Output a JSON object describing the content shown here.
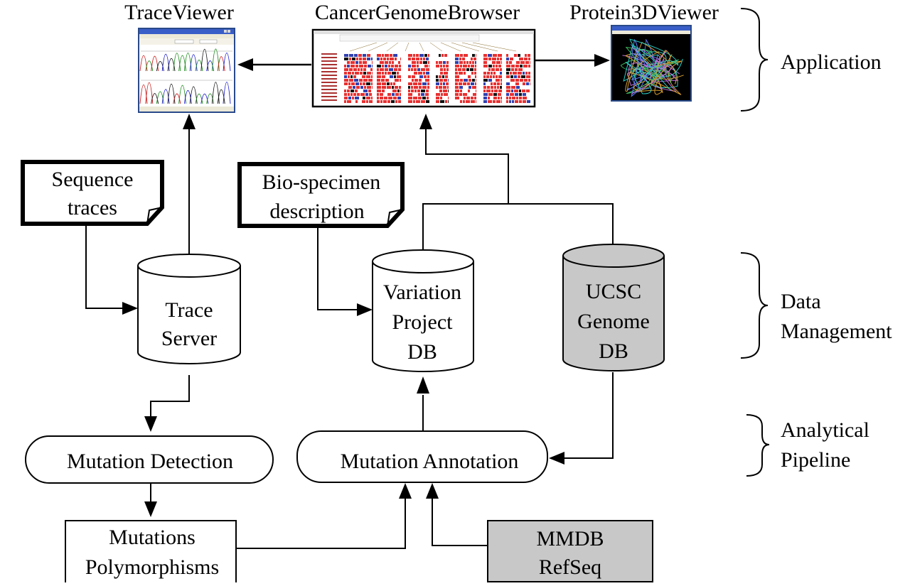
{
  "applications": {
    "trace_viewer": "TraceViewer",
    "cancer_genome_browser": "CancerGenomeBrowser",
    "protein_3d_viewer": "Protein3DViewer"
  },
  "documents": {
    "sequence_traces": [
      "Sequence",
      "traces"
    ],
    "bio_specimen": [
      "Bio-specimen",
      "description"
    ]
  },
  "databases": {
    "trace_server": [
      "Trace",
      "Server"
    ],
    "variation_project_db": [
      "Variation",
      "Project",
      "DB"
    ],
    "ucsc_genome_db": [
      "UCSC",
      "Genome",
      "DB"
    ]
  },
  "processes": {
    "mutation_detection": "Mutation Detection",
    "mutation_annotation": "Mutation Annotation"
  },
  "data_boxes": {
    "mutations_polymorphisms": [
      "Mutations",
      "Polymorphisms"
    ],
    "mmdb_refseq": [
      "MMDB",
      "RefSeq"
    ]
  },
  "layers": {
    "application": [
      "Application"
    ],
    "data_management": [
      "Data",
      "Management"
    ],
    "analytical_pipeline": [
      "Analytical",
      "Pipeline"
    ]
  },
  "colors": {
    "line": "#000000",
    "shaded_fill": "#c8c8c8",
    "browser_track_red": "#e83030",
    "browser_track_blue": "#3040b0",
    "protein_bg": "#000000"
  }
}
